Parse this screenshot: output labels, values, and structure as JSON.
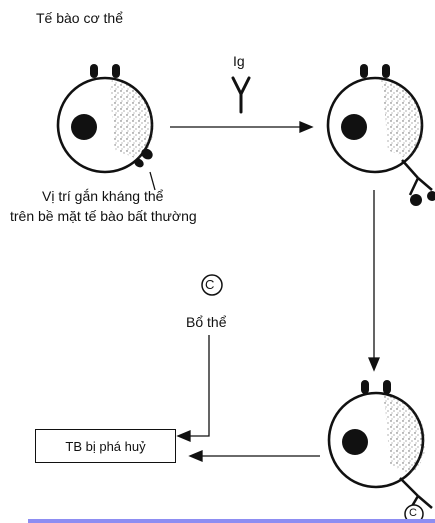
{
  "title": "Tế bào cơ thể",
  "antibody_label": "Ig",
  "antibody_symbol": "Y",
  "site_label_line1": "Vị trí gắn kháng thể",
  "site_label_line2": "trên bề mặt tế bào bất thường",
  "complement_symbol": "C",
  "complement_label": "Bổ thể",
  "destroyed_cell_label": "TB bị phá huỷ",
  "corner_complement_symbol": "C"
}
